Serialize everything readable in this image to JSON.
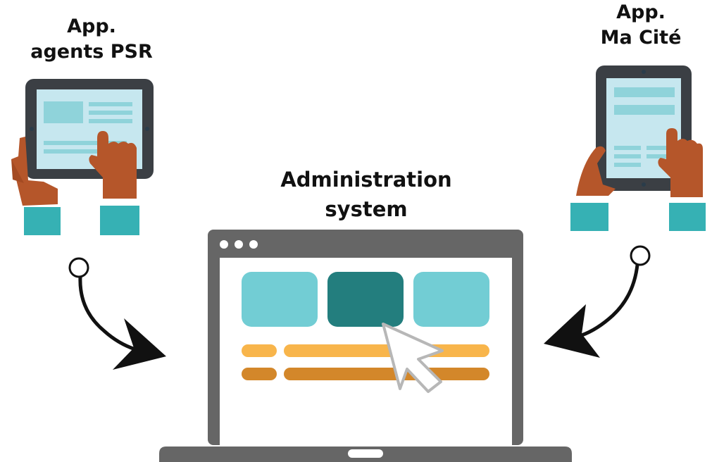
{
  "left_device": {
    "label_line1": "App.",
    "label_line2": "agents PSR"
  },
  "right_device": {
    "label_line1": "App.",
    "label_line2": "Ma Cité"
  },
  "center_device": {
    "label_line1": "Administration",
    "label_line2": "system"
  },
  "colors": {
    "frame": "#666666",
    "screen_light": "#c6e7ef",
    "teal_light": "#72cdd4",
    "teal_dark": "#237e7e",
    "teal_cuff": "#36b1b4",
    "orange_light": "#f8b54b",
    "orange_dark": "#d3872a",
    "skin": "#b5562a",
    "arrow": "#111111"
  },
  "icons": [
    "tablet-icon",
    "hand-icon",
    "laptop-icon",
    "cursor-icon",
    "curved-arrow-icon"
  ]
}
